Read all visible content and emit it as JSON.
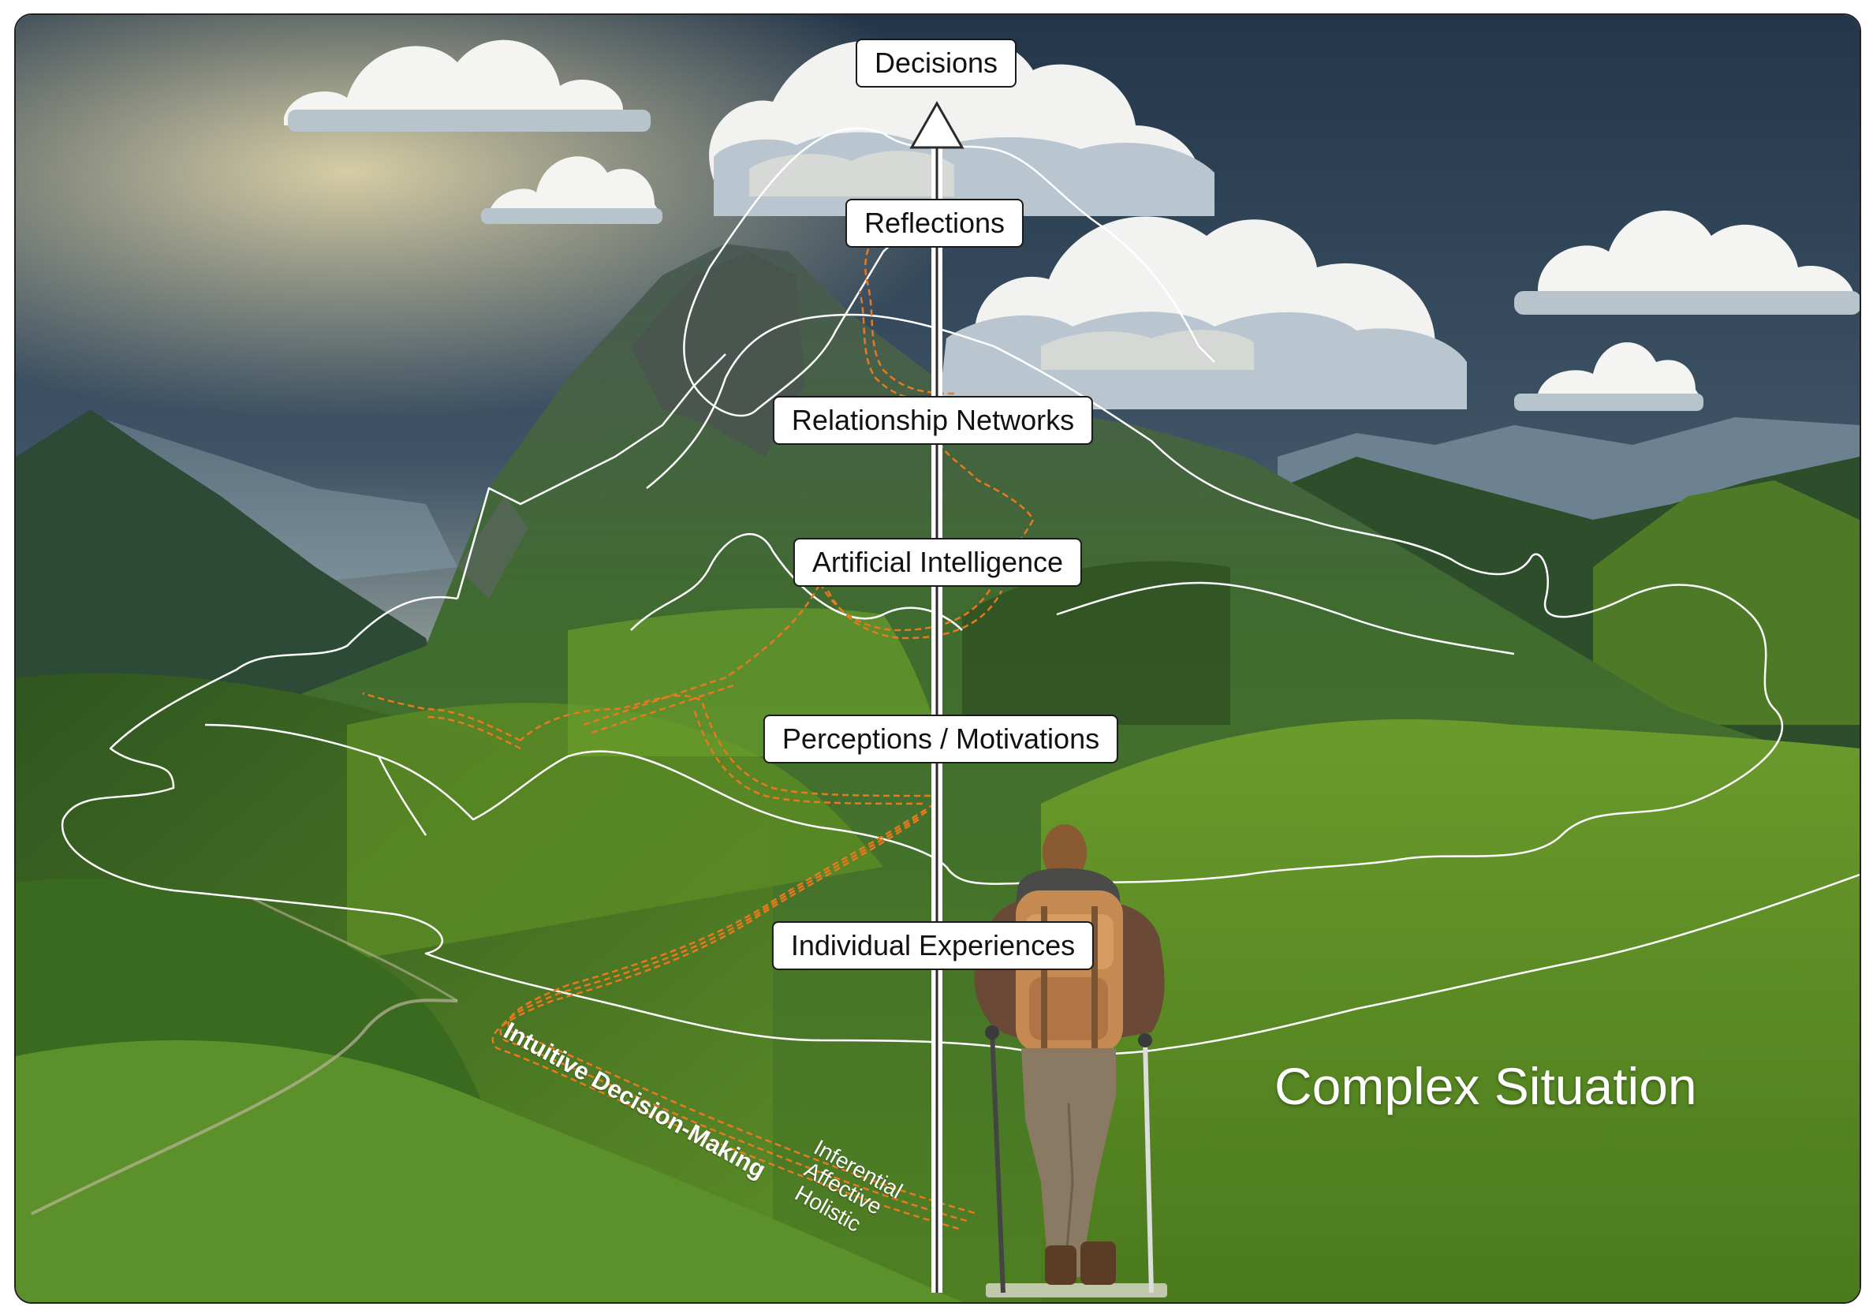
{
  "labels": {
    "decisions": "Decisions",
    "reflections": "Reflections",
    "relationship_networks": "Relationship Networks",
    "artificial_intelligence": "Artificial Intelligence",
    "perceptions_motivations": "Perceptions / Motivations",
    "individual_experiences": "Individual Experiences"
  },
  "complex_situation": "Complex Situation",
  "path_label": "Intuitive Decision-Making",
  "path_modes": [
    "Inferential",
    "Affective",
    "Holistic"
  ],
  "colors": {
    "sky_top": "#2b3f4f",
    "sky_glow": "#d9cfae",
    "grass": "#5f8f2a",
    "path": "#e8791f",
    "outline": "#ffffff"
  }
}
